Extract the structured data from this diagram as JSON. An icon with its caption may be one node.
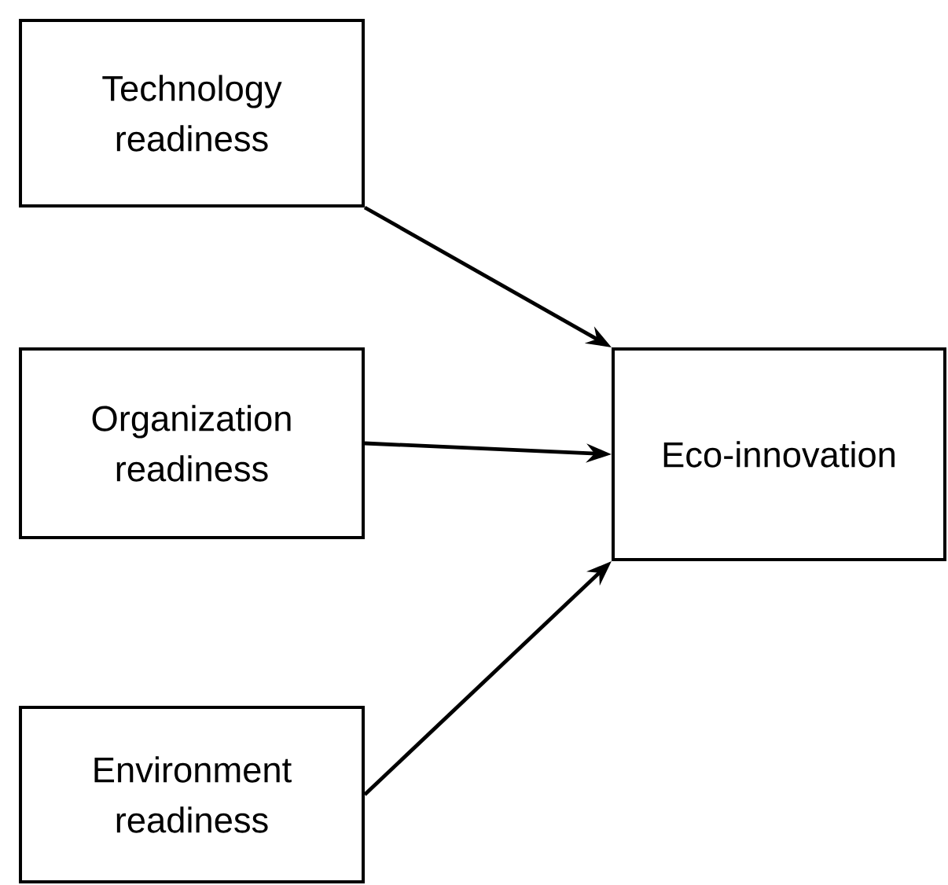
{
  "diagram": {
    "nodes": [
      {
        "text": [
          "Technology readiness"
        ]
      },
      {
        "text": [
          "Organization readiness"
        ]
      },
      {
        "text": [
          "Environment readiness"
        ]
      },
      {
        "text": [
          "Eco-innovation"
        ]
      }
    ],
    "edges": [
      {
        "from": 0,
        "to": 3,
        "arrow": "to"
      },
      {
        "from": 1,
        "to": 3,
        "arrow": "to"
      },
      {
        "from": 2,
        "to": 3,
        "arrow": "to"
      }
    ]
  }
}
